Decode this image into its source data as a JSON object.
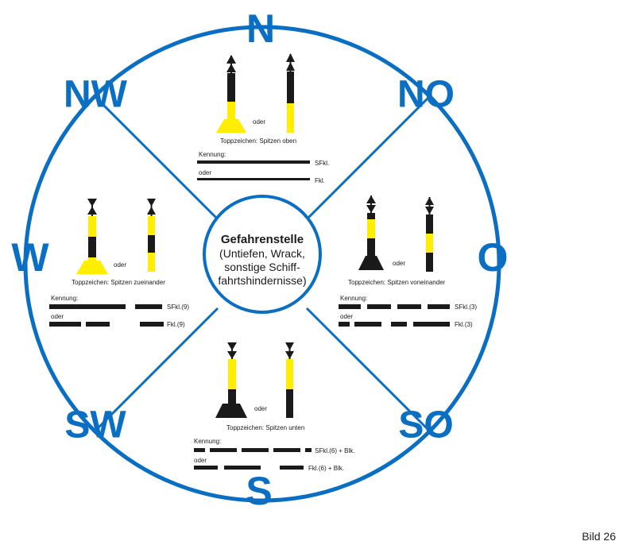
{
  "colors": {
    "blue": "#0a6fc2",
    "black": "#1a1a1a",
    "yellow": "#ffee00"
  },
  "directions": {
    "n": "N",
    "no": "NO",
    "o": "O",
    "so": "SO",
    "s": "S",
    "sw": "SW",
    "w": "W",
    "nw": "NW"
  },
  "center": {
    "title": "Gefahrenstelle",
    "lines": [
      "(Untiefen, Wrack,",
      "sonstige Schiff-",
      "fahrtshindernisse)"
    ]
  },
  "quadrants": {
    "north": {
      "oder": "oder",
      "topmark": "Toppzeichen: Spitzen oben",
      "kennung": "Kennung:",
      "oder2": "oder",
      "sfkl": "SFkl.",
      "fkl": "Fkl."
    },
    "east": {
      "oder": "oder",
      "topmark": "Toppzeichen: Spitzen voneinander",
      "kennung": "Kennung:",
      "oder2": "oder",
      "sfkl": "SFkl.(3)",
      "fkl": "Fkl.(3)"
    },
    "south": {
      "oder": "oder",
      "topmark": "Toppzeichen: Spitzen unten",
      "kennung": "Kennung:",
      "oder2": "oder",
      "sfkl": "SFkl.(6) + Blk.",
      "fkl": "Fkl.(6) + Blk."
    },
    "west": {
      "oder": "oder",
      "topmark": "Toppzeichen: Spitzen zueinander",
      "kennung": "Kennung:",
      "oder2": "oder",
      "sfkl": "SFkl.(9)",
      "fkl": "Fkl.(9)"
    }
  },
  "figure_label": "Bild 26"
}
